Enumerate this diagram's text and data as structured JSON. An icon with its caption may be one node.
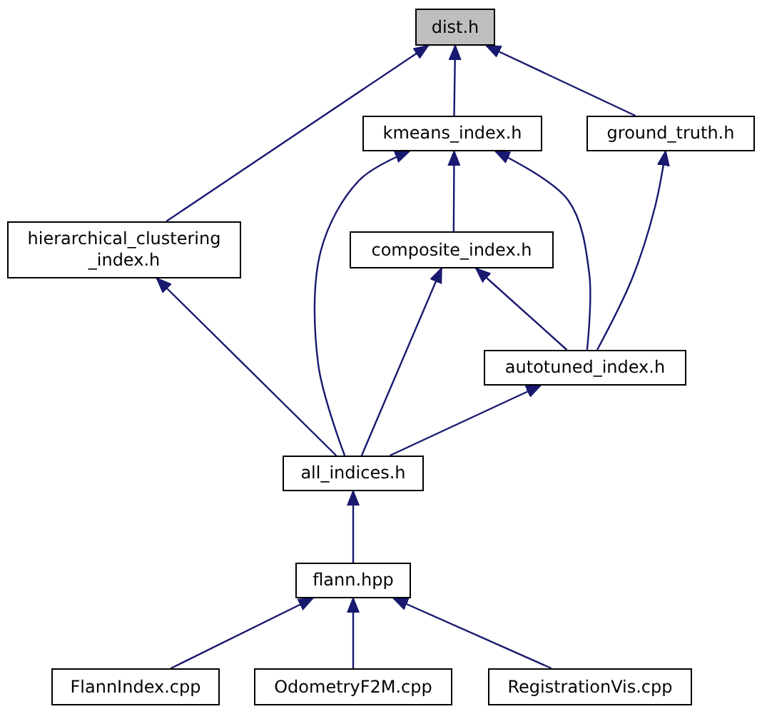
{
  "diagram": {
    "nodes": [
      {
        "text": [
          "dist.h"
        ]
      },
      {
        "text": [
          "kmeans_index.h"
        ]
      },
      {
        "text": [
          "ground_truth.h"
        ]
      },
      {
        "text": [
          "hierarchical_clustering _index.h"
        ]
      },
      {
        "text": [
          "composite_index.h"
        ]
      },
      {
        "text": [
          "autotuned_index.h"
        ]
      },
      {
        "text": [
          "all_indices.h"
        ]
      },
      {
        "text": [
          "flann.hpp"
        ]
      },
      {
        "text": [
          "FlannIndex.cpp"
        ]
      },
      {
        "text": [
          "OdometryF2M.cpp"
        ]
      },
      {
        "text": [
          "RegistrationVis.cpp"
        ]
      }
    ],
    "edges": [
      {
        "from": 3,
        "to": 0,
        "arrow": "to"
      },
      {
        "from": 1,
        "to": 0,
        "arrow": "to"
      },
      {
        "from": 2,
        "to": 0,
        "arrow": "to"
      },
      {
        "from": 4,
        "to": 1,
        "arrow": "to"
      },
      {
        "from": 6,
        "to": 1,
        "arrow": "to"
      },
      {
        "from": 5,
        "to": 1,
        "arrow": "to"
      },
      {
        "from": 5,
        "to": 2,
        "arrow": "to"
      },
      {
        "from": 6,
        "to": 4,
        "arrow": "to"
      },
      {
        "from": 5,
        "to": 4,
        "arrow": "to"
      },
      {
        "from": 6,
        "to": 3,
        "arrow": "to"
      },
      {
        "from": 6,
        "to": 5,
        "arrow": "to"
      },
      {
        "from": 7,
        "to": 6,
        "arrow": "to"
      },
      {
        "from": 8,
        "to": 7,
        "arrow": "to"
      },
      {
        "from": 9,
        "to": 7,
        "arrow": "to"
      },
      {
        "from": 10,
        "to": 7,
        "arrow": "to"
      }
    ]
  }
}
